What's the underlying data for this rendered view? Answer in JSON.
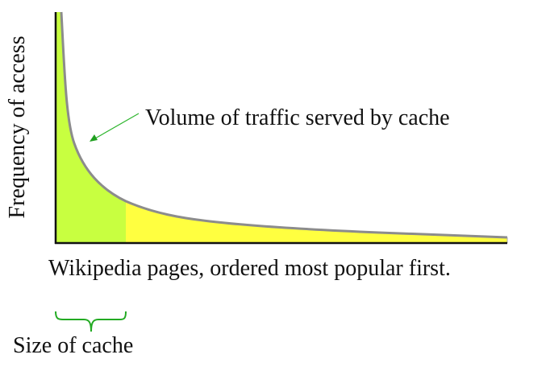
{
  "chart_data": {
    "type": "area",
    "title": "",
    "xlabel": "Wikipedia pages, ordered most popular first.",
    "ylabel": "Frequency of access",
    "description": "Long-tail (power-law) distribution of page access frequency; the head region covered by the cache is highlighted",
    "x": [
      0,
      0.0125,
      0.04,
      0.1,
      0.155,
      0.32,
      0.59,
      1.0
    ],
    "values": [
      1.0,
      0.6,
      0.44,
      0.18,
      0.18,
      0.1,
      0.06,
      0.025
    ],
    "regions": [
      {
        "name": "cached",
        "x_range": [
          0,
          0.155
        ],
        "color": "#c8ff40"
      },
      {
        "name": "uncached",
        "x_range": [
          0.155,
          1.0
        ],
        "color": "#ffff40"
      }
    ],
    "grid": false,
    "legend": null,
    "annotations": [
      "Volume of traffic served by cache",
      "Size of cache"
    ]
  },
  "labels": {
    "y_axis": "Frequency of access",
    "x_axis": "Wikipedia pages, ordered most popular first.",
    "annotation": "Volume of traffic served by cache",
    "brace_label": "Size of cache"
  },
  "colors": {
    "cached_fill": "#c8ff40",
    "uncached_fill": "#ffff40",
    "curve": "#8c8c8c",
    "axis": "#111111",
    "arrow": "#2db52d",
    "brace": "#22aa22"
  }
}
